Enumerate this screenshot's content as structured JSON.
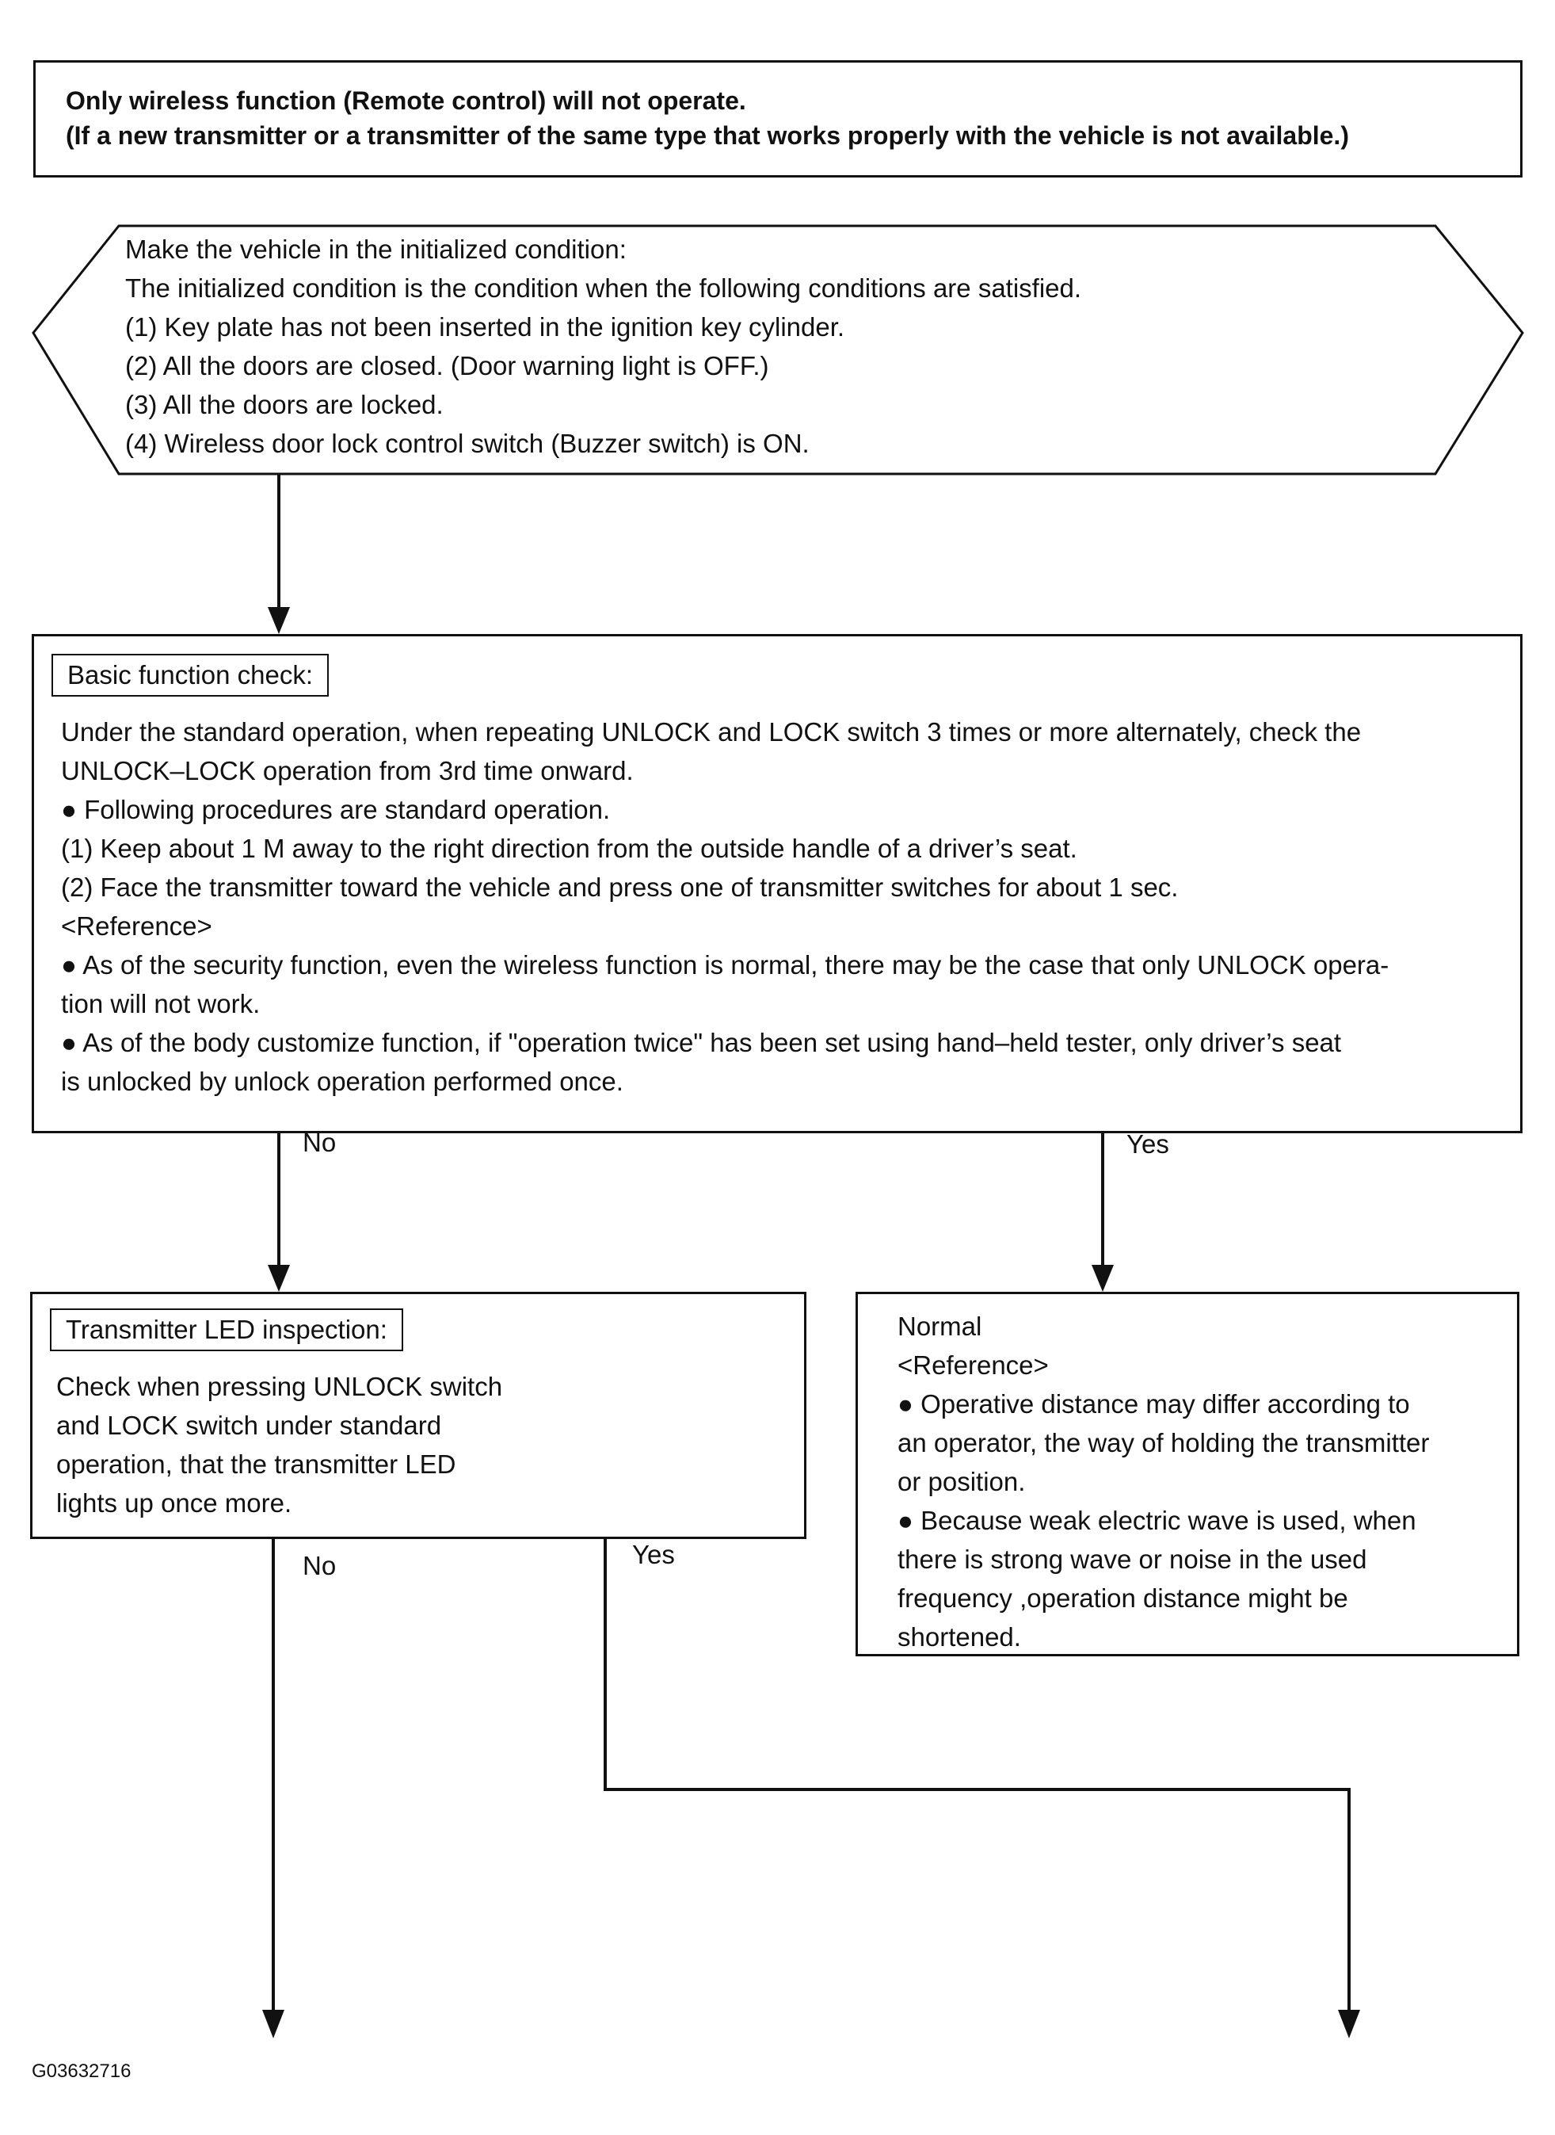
{
  "title": {
    "line1": "Only wireless function (Remote control) will not operate.",
    "line2": "(If a new transmitter or a transmitter of the same type that works properly with the vehicle is not available.)"
  },
  "initialize": {
    "lines": [
      "Make the vehicle in the initialized condition:",
      "The initialized condition is the condition when the following conditions are satisfied.",
      "(1) Key plate has not been inserted in the ignition key cylinder.",
      "(2) All the doors are closed. (Door warning light is OFF.)",
      "(3) All the doors are locked.",
      "(4) Wireless door lock control switch (Buzzer switch) is ON."
    ]
  },
  "basic_check": {
    "tag": "Basic function check:",
    "lines": [
      "Under the standard operation, when repeating UNLOCK and LOCK switch 3 times or more alternately, check the",
      "UNLOCK–LOCK operation from 3rd time onward.",
      "● Following procedures are standard operation.",
      "(1) Keep about 1 M away to the right direction from the outside handle of a driver’s seat.",
      "(2) Face the transmitter toward the vehicle and press one of transmitter switches for about 1 sec.",
      "<Reference>",
      "● As of the security function, even the wireless function is normal, there may be the case that only UNLOCK opera-",
      "tion will not work.",
      "● As of the body customize function, if \"operation twice\" has been set using hand–held tester, only driver’s seat",
      "is unlocked by unlock operation performed once."
    ]
  },
  "led_inspection": {
    "tag": "Transmitter LED inspection:",
    "lines": [
      "Check when pressing UNLOCK switch",
      "and LOCK switch under standard",
      "operation, that the transmitter LED",
      "lights up once more."
    ]
  },
  "normal": {
    "lines": [
      "Normal",
      "<Reference>",
      "● Operative distance may differ according to",
      "an operator, the way of holding the transmitter",
      "or position.",
      "● Because weak electric wave is used, when",
      "there is strong wave or noise in the used",
      "frequency ,operation distance might be",
      "shortened."
    ]
  },
  "labels": {
    "no1": "No",
    "yes1": "Yes",
    "no2": "No",
    "yes2": "Yes"
  },
  "figure_id": "G03632716"
}
